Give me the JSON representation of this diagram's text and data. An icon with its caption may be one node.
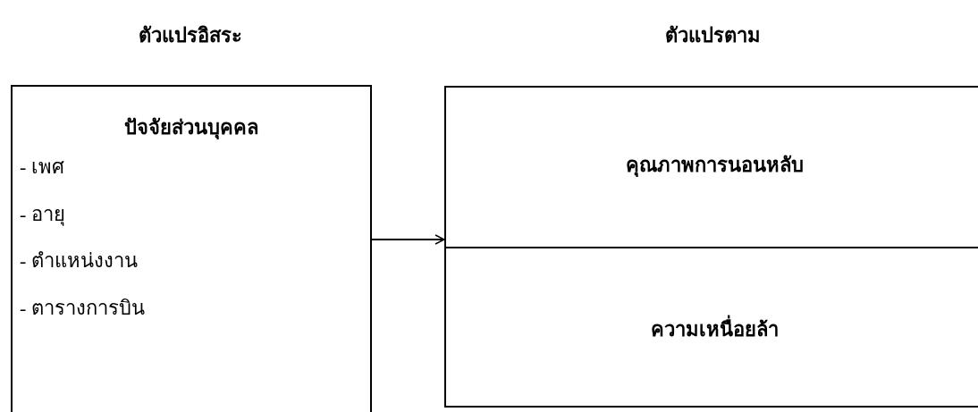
{
  "diagram": {
    "nodes": [
      {
        "text": [
          "ปัจจัยส่วนบุคคล",
          "- เพศ",
          "- อายุ",
          "- ตำแหน่งงาน",
          "- ตารางการบิน"
        ]
      },
      {
        "text": [],
        "shape": "box"
      },
      {
        "text": [
          "คุณภาพการนอนหลับ"
        ],
        "in": 1
      },
      {
        "text": [
          "ความเหนื่อยล้า"
        ],
        "in": 1
      }
    ],
    "edges": [
      {
        "from": 0,
        "to": 1,
        "arrow": "to"
      }
    ],
    "labels": [
      "ตัวแปรอิสระ",
      "ตัวแปรตาม"
    ]
  }
}
